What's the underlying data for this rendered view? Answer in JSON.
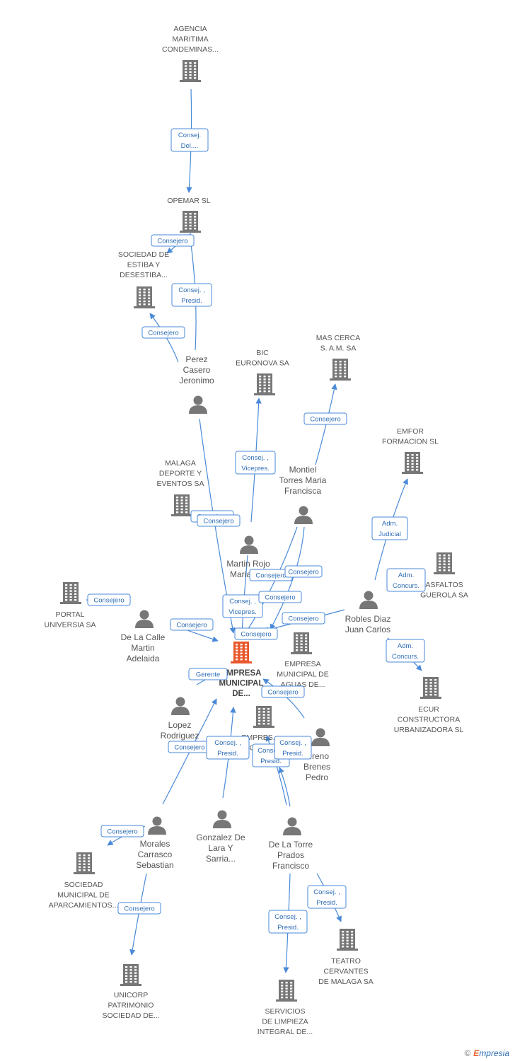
{
  "nodes": [
    {
      "id": "agencia",
      "type": "company",
      "lines": [
        "AGENCIA",
        "MARITIMA",
        "CONDEMINAS..."
      ]
    },
    {
      "id": "opemar",
      "type": "company",
      "lines": [
        "OPEMAR SL"
      ]
    },
    {
      "id": "estiba",
      "type": "company",
      "lines": [
        "SOCIEDAD DE",
        "ESTIBA Y",
        "DESESTIBA..."
      ]
    },
    {
      "id": "perez",
      "type": "person",
      "lines": [
        "Perez",
        "Casero",
        "Jeronimo"
      ]
    },
    {
      "id": "bic",
      "type": "company",
      "lines": [
        "BIC",
        "EURONOVA SA"
      ]
    },
    {
      "id": "mascerca",
      "type": "company",
      "lines": [
        "MAS CERCA",
        "S. A.M. SA"
      ]
    },
    {
      "id": "emfor",
      "type": "company",
      "lines": [
        "EMFOR",
        "FORMACION SL"
      ]
    },
    {
      "id": "malagadep",
      "type": "company",
      "lines": [
        "MALAGA",
        "DEPORTE Y",
        "EVENTOS SA"
      ]
    },
    {
      "id": "montiel",
      "type": "person",
      "lines": [
        "Montiel",
        "Torres Maria",
        "Francisca"
      ]
    },
    {
      "id": "martin",
      "type": "person",
      "lines": [
        "Martin Rojo",
        "Maria D..."
      ]
    },
    {
      "id": "asfaltos",
      "type": "company",
      "lines": [
        "ASFALTOS",
        "GUEROLA SA"
      ]
    },
    {
      "id": "portal",
      "type": "company",
      "lines": [
        "PORTAL",
        "UNIVERSIA SA"
      ]
    },
    {
      "id": "delacalle",
      "type": "person",
      "lines": [
        "De La Calle",
        "Martin",
        "Adelaida"
      ]
    },
    {
      "id": "center",
      "type": "company",
      "main": true,
      "lines": [
        "EMPRESA",
        "MUNICIPAL",
        "DE..."
      ]
    },
    {
      "id": "aguas",
      "type": "company",
      "lines": [
        "EMPRESA",
        "MUNICIPAL DE",
        "AGUAS DE..."
      ]
    },
    {
      "id": "robles",
      "type": "person",
      "lines": [
        "Robles Diaz",
        "Juan Carlos"
      ]
    },
    {
      "id": "ecur",
      "type": "company",
      "lines": [
        "ECUR",
        "CONSTRUCTORA",
        "URBANIZADORA SL"
      ]
    },
    {
      "id": "lopez",
      "type": "person",
      "lines": [
        "Lopez",
        "Rodriguez",
        "I..."
      ]
    },
    {
      "id": "empresages",
      "type": "company",
      "lines": [
        "EMPRES...",
        "GES..."
      ]
    },
    {
      "id": "moreno",
      "type": "person",
      "lines": [
        "...reno",
        "Brenes",
        "Pedro"
      ]
    },
    {
      "id": "morales",
      "type": "person",
      "lines": [
        "Morales",
        "Carrasco",
        "Sebastian"
      ]
    },
    {
      "id": "gonzalez",
      "type": "person",
      "lines": [
        "Gonzalez De",
        "Lara Y",
        "Sarria..."
      ]
    },
    {
      "id": "delatorre",
      "type": "person",
      "lines": [
        "De La Torre",
        "Prados",
        "Francisco"
      ]
    },
    {
      "id": "aparc",
      "type": "company",
      "lines": [
        "SOCIEDAD",
        "MUNICIPAL DE",
        "APARCAMIENTOS..."
      ]
    },
    {
      "id": "teatro",
      "type": "company",
      "lines": [
        "TEATRO",
        "CERVANTES",
        "DE MALAGA SA"
      ]
    },
    {
      "id": "unicorp",
      "type": "company",
      "lines": [
        "UNICORP",
        "PATRIMONIO",
        "SOCIEDAD DE..."
      ]
    },
    {
      "id": "limpieza",
      "type": "company",
      "lines": [
        "SERVICIOS",
        "DE LIMPIEZA",
        "INTEGRAL DE..."
      ]
    }
  ],
  "edges": [
    {
      "lines": [
        "Consej.",
        "Del...."
      ]
    },
    {
      "lines": [
        "Consejero"
      ]
    },
    {
      "lines": [
        "Consej. ,",
        "Presid."
      ]
    },
    {
      "lines": [
        "Consejero"
      ]
    },
    {
      "lines": [
        "Consej. ,",
        "Vicepres."
      ]
    },
    {
      "lines": [
        "Consejero"
      ]
    },
    {
      "lines": [
        "Adm.",
        "Judicial"
      ]
    },
    {
      "lines": [
        "Consejero"
      ]
    },
    {
      "lines": [
        "Consejero"
      ]
    },
    {
      "lines": [
        "Consejero"
      ]
    },
    {
      "lines": [
        "Adm.",
        "Concurs."
      ]
    },
    {
      "lines": [
        "Consejero"
      ]
    },
    {
      "lines": [
        "Consejero"
      ]
    },
    {
      "lines": [
        "Consej. ,",
        "Vicepres."
      ]
    },
    {
      "lines": [
        "Consejero"
      ]
    },
    {
      "lines": [
        "Consejero"
      ]
    },
    {
      "lines": [
        "Consejero"
      ]
    },
    {
      "lines": [
        "Adm.",
        "Concurs."
      ]
    },
    {
      "lines": [
        "Gerente"
      ]
    },
    {
      "lines": [
        "Consejero"
      ]
    },
    {
      "lines": [
        "Consejero"
      ]
    },
    {
      "lines": [
        "Consejero"
      ]
    },
    {
      "lines": [
        "Consej. ,",
        "Presid."
      ]
    },
    {
      "lines": [
        "Consej. ,",
        "Presid."
      ]
    },
    {
      "lines": [
        "Consej. ,",
        "Presid."
      ]
    },
    {
      "lines": [
        "Consejero"
      ]
    },
    {
      "lines": [
        "Consejero"
      ]
    },
    {
      "lines": [
        "Consej. ,",
        "Presid."
      ]
    },
    {
      "lines": [
        "Consej. ,",
        "Presid."
      ]
    }
  ],
  "colors": {
    "edge": "#4a8ad8",
    "node": "#777777",
    "main": "#e8572a"
  },
  "footer": {
    "symbol": "©",
    "brand_e": "E",
    "brand_rest": "mpresia"
  }
}
